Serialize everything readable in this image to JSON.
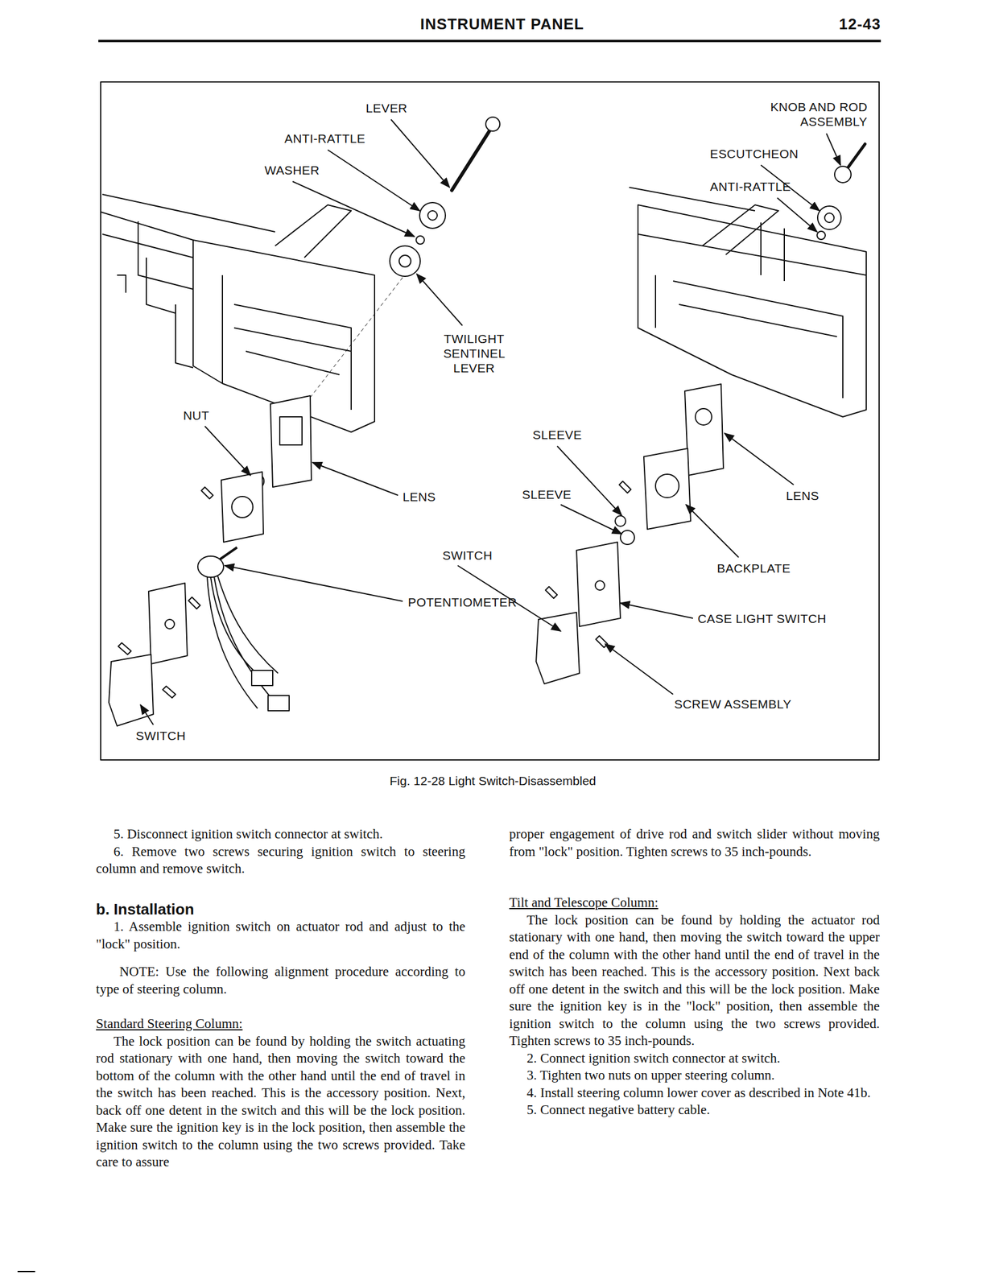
{
  "diagram": {
    "title": "INSTRUMENT PANEL",
    "caption": "Fig. 12-28 Light Switch-Disassembled",
    "labels": [
      "12-43",
      "LEVER",
      "ANTI-RATTLE",
      "WASHER",
      "TWILIGHT SENTINEL LEVER",
      "NUT",
      "LENS",
      "POTENTIOMETER",
      "SWITCH",
      "KNOB AND ROD ASSEMBLY",
      "ESCUTCHEON",
      "ANTI-RATTLE",
      "SLEEVE",
      "SLEEVE",
      "LENS",
      "SWITCH",
      "BACKPLATE",
      "CASE LIGHT SWITCH",
      "SCREW ASSEMBLY",
      "5. Disconnect ignition switch connector at switch.",
      "6. Remove two screws securing ignition switch to steering column and remove switch.",
      "b. Installation",
      "1. Assemble ignition switch on actuator rod and adjust to the \"lock\" position.",
      "NOTE: Use the following alignment procedure according to type of steering column.",
      "Standard Steering Column:",
      "The lock position can be found by holding the switch actuating rod stationary with one hand, then moving the switch toward the bottom of the column with the other hand until the end of travel in the switch has been reached. This is the accessory position. Next, back off one detent in the switch and this will be the lock position. Make sure the ignition key is in the lock position, then assemble the ignition switch to the column using the two screws provided. Take care to assure",
      "proper engagement of drive rod and switch slider without moving from \"lock\" position. Tighten screws to 35 inch-pounds.",
      "Tilt and Telescope Column:",
      "The lock position can be found by holding the actuator rod stationary with one hand, then moving the switch toward the upper end of the column with the other hand until the end of travel in the switch has been reached. This is the accessory position. Next back off one detent in the switch and this will be the lock position. Make sure the ignition key is in the \"lock\" position, then assemble the ignition switch to the column using the two screws provided. Tighten screws to 35 inch-pounds.",
      "2. Connect ignition switch connector at switch.",
      "3. Tighten two nuts on upper steering column.",
      "4. Install steering column lower cover as described in Note 41b.",
      "5. Connect negative battery cable."
    ]
  }
}
